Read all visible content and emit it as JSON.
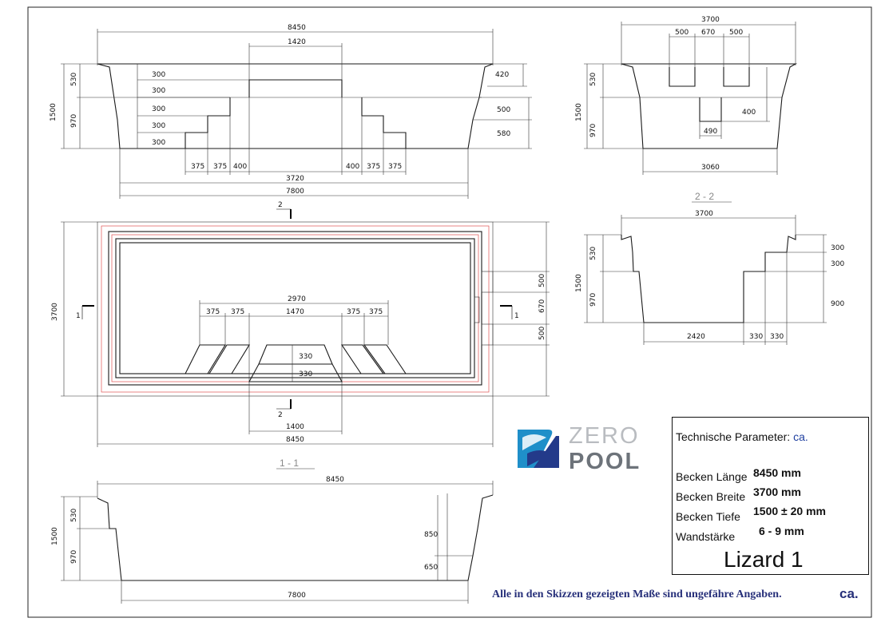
{
  "drawing": {
    "top_section": {
      "overall_length": "8450",
      "stair_top_width": "1420",
      "depth_total": "1500",
      "depth_upper": "530",
      "depth_lower": "970",
      "step_heights": [
        "300",
        "300",
        "300",
        "300",
        "300"
      ],
      "right_rim": "420",
      "right_mid": "500",
      "right_low": "580",
      "treads_left": [
        "375",
        "375",
        "400"
      ],
      "treads_right": [
        "400",
        "375",
        "375"
      ],
      "inner_span": "3720",
      "bottom_length": "7800"
    },
    "end_section": {
      "width": "3700",
      "bench_left": "500",
      "bench_mid": "670",
      "bench_right": "500",
      "depth_total": "1500",
      "depth_upper": "530",
      "depth_lower": "970",
      "step_drop": "400",
      "step_width": "490",
      "bottom_width": "3060"
    },
    "section_2_2": {
      "label": "2 - 2",
      "width": "3700",
      "step1": "300",
      "step2": "300",
      "depth_total": "1500",
      "depth_upper": "530",
      "depth_lower": "970",
      "right_depth": "900",
      "bottom": "2420",
      "tread1": "330",
      "tread2": "330"
    },
    "plan": {
      "width": "3700",
      "right_top": "500",
      "right_mid": "670",
      "right_bot": "500",
      "stair_span": "2970",
      "treads": [
        "375",
        "375",
        "1470",
        "375",
        "375"
      ],
      "step_depth1": "330",
      "step_depth2": "330",
      "stair_width": "1400",
      "overall_length": "8450",
      "cut_marker_2": "2",
      "cut_marker_1": "1"
    },
    "section_1_1": {
      "label": "1 - 1",
      "overall_length": "8450",
      "depth_total": "1500",
      "depth_upper": "530",
      "depth_lower": "970",
      "right_upper": "850",
      "right_lower": "650",
      "bottom_length": "7800"
    }
  },
  "logo": {
    "word1": "ZERO",
    "word2": "POOL",
    "accent": "#1f8fc9",
    "dark": "#233a8a"
  },
  "params": {
    "title": "Technische Parameter:",
    "title_ca": "ca.",
    "rows": [
      {
        "label": "Becken Länge",
        "value": "8450 mm"
      },
      {
        "label": "Becken Breite",
        "value": "3700 mm"
      },
      {
        "label": "Becken Tiefe",
        "value": "1500 ± 20 mm"
      },
      {
        "label": "Wandstärke",
        "value": "6 - 9 mm"
      }
    ],
    "model": "Lizard 1"
  },
  "footer": {
    "note": "Alle in den Skizzen gezeigten Maße sind ungefähre Angaben.",
    "ca": "ca."
  }
}
